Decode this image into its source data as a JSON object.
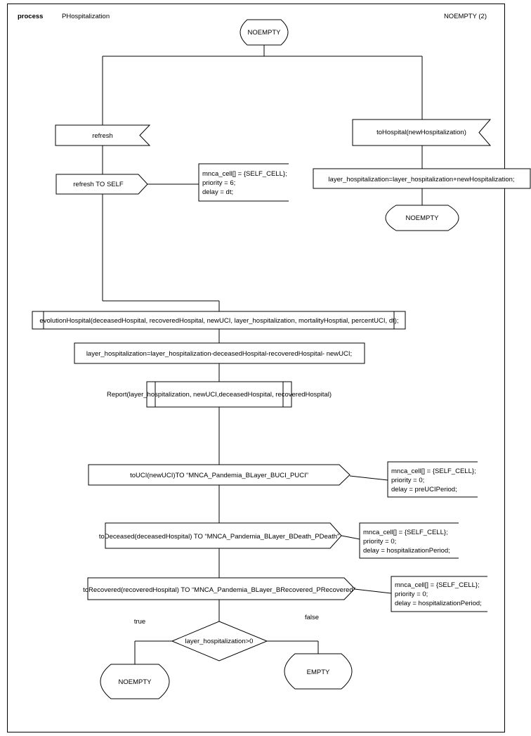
{
  "header": {
    "keyword": "process",
    "process_name": "PHospitalization",
    "page_ref": "NOEMPTY (2)"
  },
  "states": {
    "start": "NOEMPTY",
    "right_next": "NOEMPTY",
    "true_next": "NOEMPTY",
    "false_next": "EMPTY"
  },
  "inputs": {
    "refresh": "refresh",
    "to_hospital": "toHospital(newHospitalization)"
  },
  "outputs": {
    "refresh_self": "refresh TO SELF",
    "to_uci": "toUCI(newUCI)TO “MNCA_Pandemia_BLayer_BUCI_PUCI”",
    "to_deceased": "toDeceased(deceasedHospital) TO “MNCA_Pandemia_BLayer_BDeath_PDeath”",
    "to_recovered": "toRecovered(recoveredHospital) TO “MNCA_Pandemia_BLayer_BRecovered_PRecovered”"
  },
  "tasks": {
    "add_hospitalization": "layer_hospitalization=layer_hospitalization+newHospitalization;",
    "sub_hospitalization": "layer_hospitalization=layer_hospitalization-deceasedHospital-recoveredHospital- newUCI;"
  },
  "procedures": {
    "evolution": "evolutionHospital(deceasedHospital, recoveredHospital, newUCI, layer_hospitalization, mortalityHosptial, percentUCI, dt);",
    "report": "Report(layer_hospitalization, newUCI,deceasedHospital, recoveredHospital)"
  },
  "decision": {
    "question": "layer_hospitalization>0",
    "true_label": "true",
    "false_label": "false"
  },
  "comments": {
    "refresh": [
      "mnca_cell[] = {SELF_CELL};",
      "priority = 6;",
      "delay = dt;"
    ],
    "uci": [
      "mnca_cell[] = {SELF_CELL};",
      "priority = 0;",
      "delay = preUCIPeriod;"
    ],
    "deceased": [
      "mnca_cell[] = {SELF_CELL};",
      "priority = 0;",
      "delay = hospitalizationPeriod;"
    ],
    "recovered": [
      "mnca_cell[] = {SELF_CELL};",
      "priority = 0;",
      "delay = hospitalizationPeriod;"
    ]
  }
}
